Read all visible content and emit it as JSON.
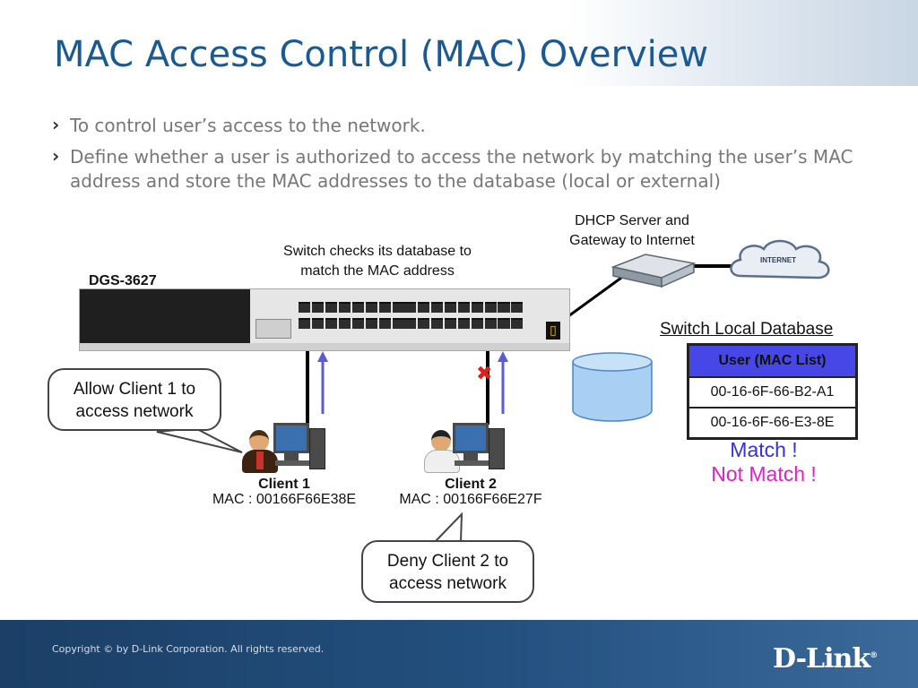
{
  "slide": {
    "title": "MAC Access Control (MAC) Overview",
    "bullets": [
      {
        "marker": "›",
        "text": "To control user’s access to the network."
      },
      {
        "marker": "›",
        "text": "Define whether a user is authorized to access the network by matching the user’s MAC address and store the MAC addresses to the database (local or external)"
      }
    ]
  },
  "diagram": {
    "switch_model": "DGS-3627",
    "switch_note": [
      "Switch checks its database to",
      "match the MAC address"
    ],
    "dhcp_label": [
      "DHCP Server and",
      "Gateway to Internet"
    ],
    "internet_label": "INTERNET",
    "database_title": "Switch Local Database",
    "database_header": "User (MAC List)",
    "database_rows": [
      "00-16-6F-66-B2-A1",
      "00-16-6F-66-E3-8E"
    ],
    "match_label": "Match !",
    "not_match_label": "Not Match !",
    "client1": {
      "name": "Client 1",
      "mac": "MAC : 00166F66E38E"
    },
    "client2": {
      "name": "Client 2",
      "mac": "MAC : 00166F66E27F"
    },
    "callout_allow": [
      "Allow Client 1 to",
      "access network"
    ],
    "callout_deny": [
      "Deny Client 2 to",
      "access network"
    ],
    "deny_mark": "✖",
    "colors": {
      "title": "#1a5a93",
      "arrow": "#5b5bd6",
      "deny_mark": "#e0201a",
      "match": "#3333dd",
      "not_match": "#e020c8",
      "db_header": "#4747e8",
      "database_cylinder": "#a9d0f2"
    }
  },
  "footer": {
    "copyright": "Copyright © by D-Link Corporation. All rights reserved.",
    "logo": "D-Link",
    "logo_mark": "®"
  }
}
